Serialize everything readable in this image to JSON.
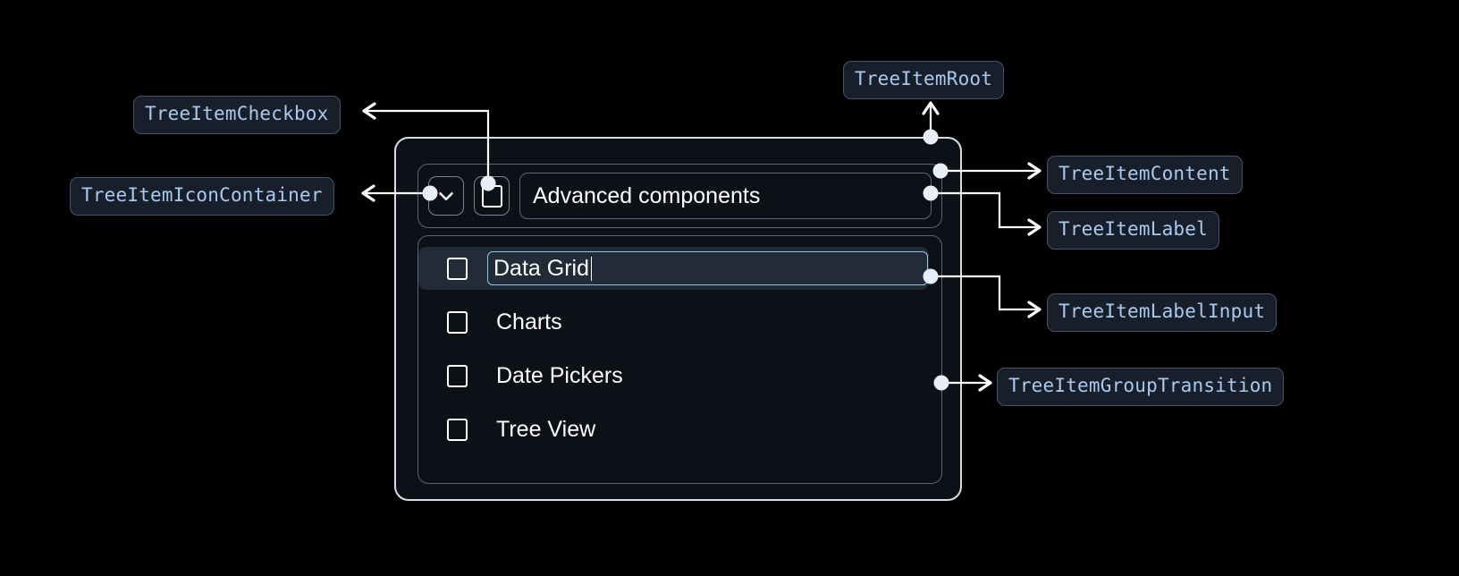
{
  "page": {
    "background": "#000000",
    "title": "Tree Item anatomy diagram"
  },
  "theme": {
    "chip_bg": "#181f2b",
    "chip_border": "#44526a",
    "chip_text": "#a8caf0",
    "wire": "#ffffff",
    "root_border": "#d8dde4",
    "slot_border": "#5d646e",
    "panel_bg": "#0d1117",
    "selected_row_bg": "#222c38",
    "input_focus_border": "#8fc2ee",
    "text": "#ffffff"
  },
  "annotations": [
    {
      "id": "checkbox",
      "label": "TreeItemCheckbox"
    },
    {
      "id": "icon_container",
      "label": "TreeItemIconContainer"
    },
    {
      "id": "root",
      "label": "TreeItemRoot"
    },
    {
      "id": "content",
      "label": "TreeItemContent"
    },
    {
      "id": "label",
      "label": "TreeItemLabel"
    },
    {
      "id": "label_input",
      "label": "TreeItemLabelInput"
    },
    {
      "id": "group_transition",
      "label": "TreeItemGroupTransition"
    }
  ],
  "tree": {
    "parent": {
      "icon": "chevron-down-icon",
      "checkbox_checked": false,
      "label": "Advanced components"
    },
    "children": [
      {
        "label": "Data Grid",
        "checkbox_checked": false,
        "editing": true,
        "selected": true
      },
      {
        "label": "Charts",
        "checkbox_checked": false,
        "editing": false,
        "selected": false
      },
      {
        "label": "Date Pickers",
        "checkbox_checked": false,
        "editing": false,
        "selected": false
      },
      {
        "label": "Tree View",
        "checkbox_checked": false,
        "editing": false,
        "selected": false
      }
    ]
  }
}
